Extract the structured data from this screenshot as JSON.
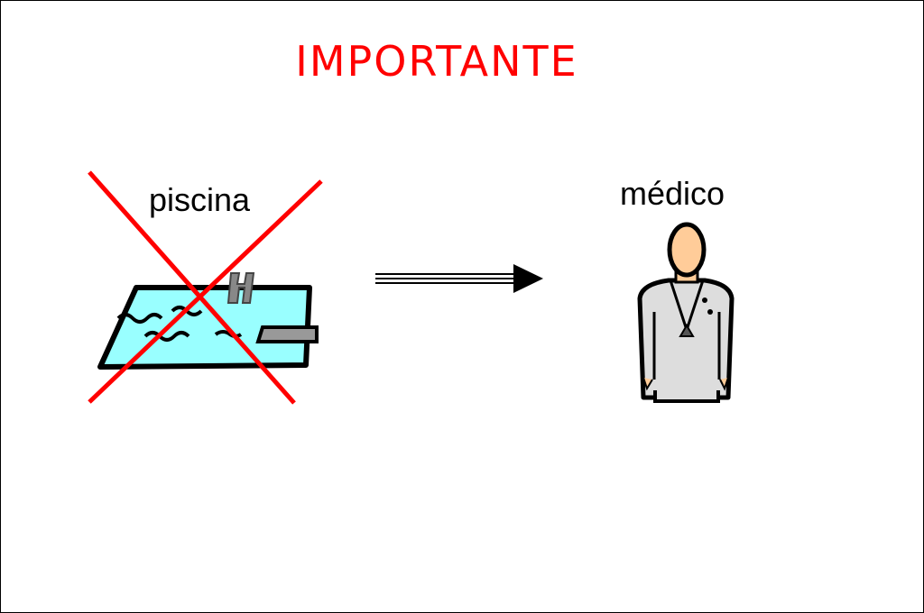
{
  "title": "IMPORTANTE",
  "left_pictogram": {
    "label": "piscina",
    "icon": "swimming-pool-icon",
    "crossed_out": true
  },
  "arrow": {
    "icon": "double-line-arrow-right-icon"
  },
  "right_pictogram": {
    "label": "médico",
    "icon": "doctor-icon"
  },
  "colors": {
    "title": "#ff0000",
    "cross": "#ff0000",
    "water": "#99ffff",
    "skin": "#ffcc99",
    "coat": "#dddddd"
  }
}
